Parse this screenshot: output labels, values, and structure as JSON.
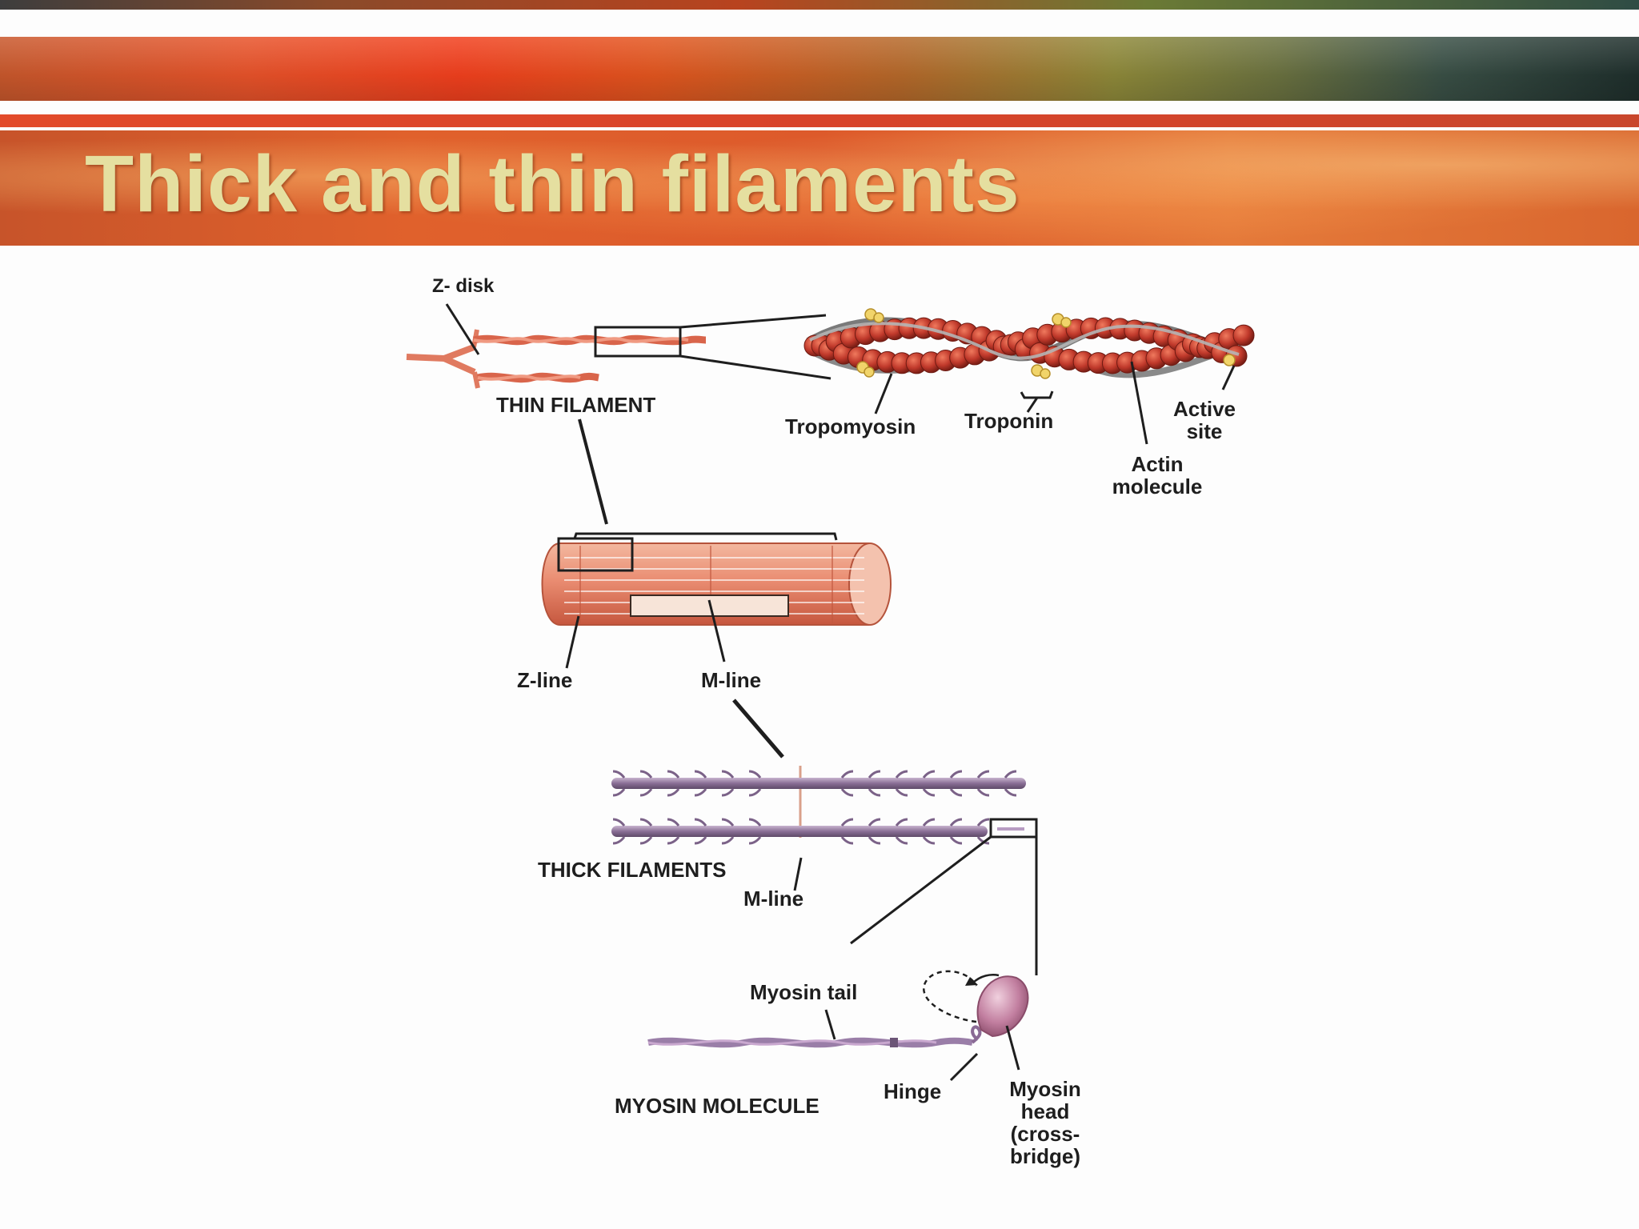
{
  "slide": {
    "title": "Thick and thin filaments"
  },
  "labels": {
    "z_disk": "Z- disk",
    "thin_filament": "THIN FILAMENT",
    "tropomyosin": "Tropomyosin",
    "troponin": "Troponin",
    "active_site_1": "Active",
    "active_site_2": "site",
    "actin_molecule_1": "Actin",
    "actin_molecule_2": "molecule",
    "z_line": "Z-line",
    "m_line_myofibril": "M-line",
    "thick_filaments": "THICK FILAMENTS",
    "m_line_thick": "M-line",
    "myosin_tail": "Myosin tail",
    "myosin_molecule": "MYOSIN MOLECULE",
    "hinge": "Hinge",
    "myosin_head_1": "Myosin",
    "myosin_head_2": "head",
    "myosin_head_3": "(cross-",
    "myosin_head_4": "bridge)"
  },
  "colors": {
    "title_text": "#e5dfa0",
    "actin_bead": "#c0392b",
    "troponin": "#f1d46a",
    "myofibril": "#e8806a",
    "thick_filament": "#8f7a9c",
    "myosin_head": "#c27fa0"
  }
}
